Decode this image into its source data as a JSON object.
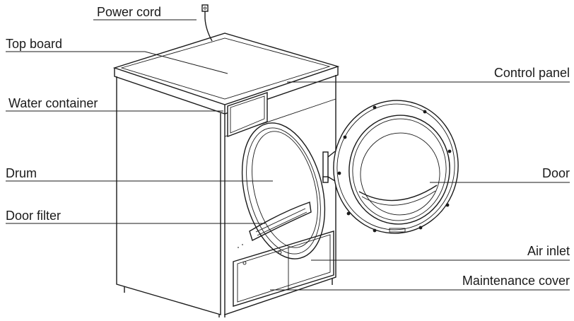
{
  "labels": {
    "power_cord": "Power cord",
    "top_board": "Top  board",
    "control_panel": "Control panel",
    "water_container": "Water container",
    "drum": "Drum",
    "door": "Door",
    "door_filter": "Door filter",
    "air_inlet": "Air inlet",
    "maintenance_cover": "Maintenance cover"
  }
}
